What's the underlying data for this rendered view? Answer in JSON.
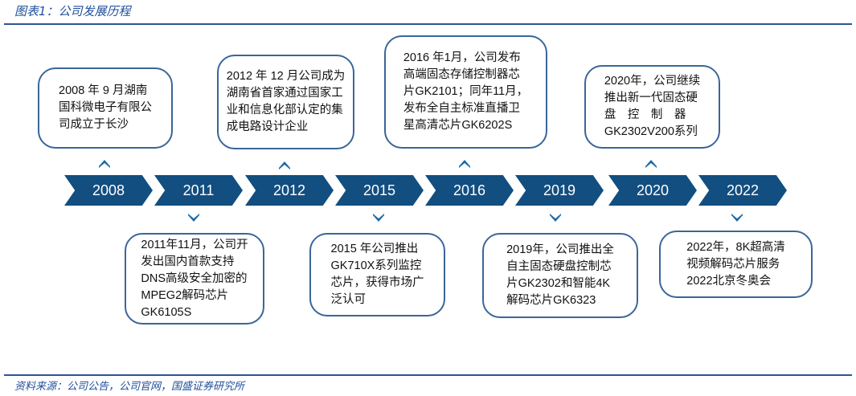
{
  "title": "图表1：公司发展历程",
  "source": "资料来源：公司公告，公司官网，国盛证券研究所",
  "years": [
    "2008",
    "2011",
    "2012",
    "2015",
    "2016",
    "2019",
    "2020",
    "2022"
  ],
  "events": {
    "e2008": "2008 年 9 月湖南\n国科微电子有限公\n司成立于长沙",
    "e2011": "2011年11月，公司开\n发出国内首款支持\nDNS高级安全加密的\nMPEG2解码芯片\nGK6105S",
    "e2012": "2012 年 12 月公司成为\n湖南省首家通过国家工\n业和信息化部认定的集\n成电路设计企业",
    "e2015": "2015 年公司推出\nGK710X系列监控\n芯片，获得市场广\n泛认可",
    "e2016": "2016 年1月，公司发布\n高端固态存储控制器芯\n片GK2101；同年11月，\n发布全自主标准直播卫\n星高清芯片GK6202S",
    "e2019": "2019年，公司推出全\n自主固态硬盘控制芯\n片GK2302和智能4K\n解码芯片GK6323",
    "e2020": "2020年，公司继续\n推出新一代固态硬\n盘　控　制　器\nGK2302V200系列",
    "e2022": "2022年，8K超高清\n视频解码芯片服务\n2022北京冬奥会"
  }
}
